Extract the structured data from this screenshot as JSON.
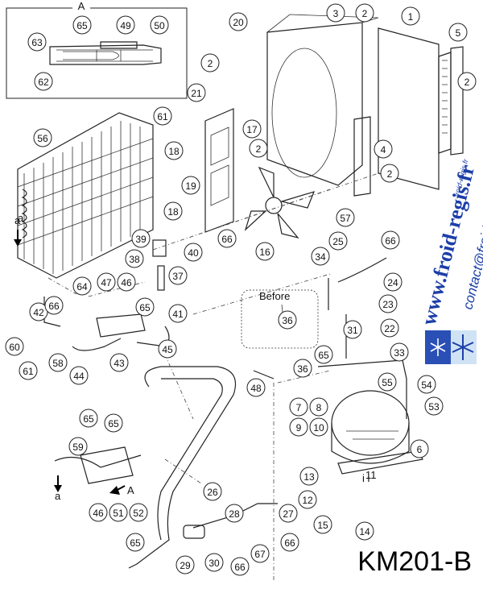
{
  "model_code": "KM201-B",
  "detail_label": "A",
  "before_label": "Before",
  "arrow_labels": {
    "a_top": "a",
    "a_bottom": "a",
    "A_pointer": "A"
  },
  "valve_marks": "i i",
  "watermark": {
    "site": "www.froid-regis.fr",
    "email": "contact@froid-regis.fr",
    "small": "froid-regis.fr"
  },
  "colors": {
    "watermark": "#1c3fa8",
    "line": "#222222"
  },
  "callouts": [
    "65",
    "49",
    "50",
    "63",
    "62",
    "20",
    "3",
    "2",
    "1",
    "5",
    "2",
    "2",
    "61",
    "56",
    "21",
    "17",
    "2",
    "18",
    "19",
    "18",
    "4",
    "2",
    "66",
    "a",
    "39",
    "40",
    "38",
    "37",
    "16",
    "57",
    "25",
    "66",
    "34",
    "47",
    "46",
    "64",
    "65",
    "42",
    "66",
    "41",
    "24",
    "23",
    "36",
    "31",
    "22",
    "60",
    "58",
    "61",
    "44",
    "43",
    "45",
    "36",
    "65",
    "33",
    "55",
    "54",
    "53",
    "48",
    "7",
    "8",
    "9",
    "10",
    "6",
    "65",
    "65",
    "59",
    "13",
    "12",
    "11",
    "46",
    "51",
    "52",
    "26",
    "28",
    "27",
    "15",
    "14",
    "65",
    "29",
    "30",
    "66",
    "67",
    "66"
  ]
}
